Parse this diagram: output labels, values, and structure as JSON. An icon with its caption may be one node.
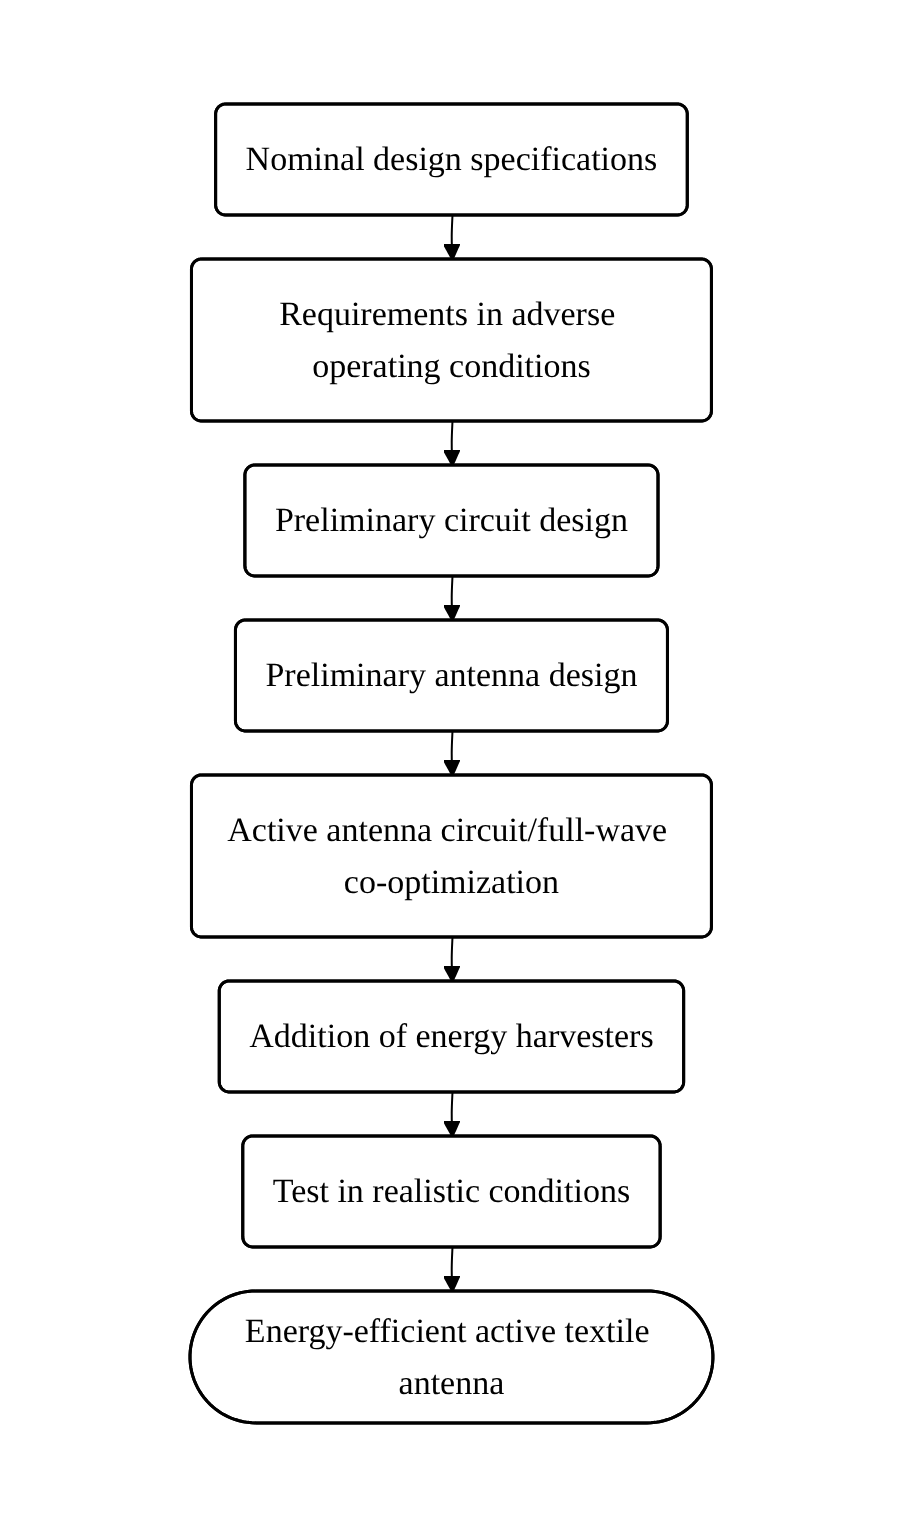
{
  "diagram": {
    "nodes": [
      {
        "text": [
          "Nominal design specifications"
        ]
      },
      {
        "text": [
          "Requirements in adverse operating conditions"
        ]
      },
      {
        "text": [
          "Preliminary circuit design"
        ]
      },
      {
        "text": [
          "Preliminary antenna design"
        ]
      },
      {
        "text": [
          "Active antenna circuit/full-wave co-optimization"
        ]
      },
      {
        "text": [
          "Addition of energy harvesters"
        ]
      },
      {
        "text": [
          "Test in realistic conditions"
        ]
      },
      {
        "text": [
          "Energy-efficient active textile antenna"
        ]
      }
    ],
    "edges": [
      {
        "from": 0,
        "to": 1,
        "arrow": "to"
      },
      {
        "from": 1,
        "to": 2,
        "arrow": "to"
      },
      {
        "from": 2,
        "to": 3,
        "arrow": "to"
      },
      {
        "from": 3,
        "to": 4,
        "arrow": "to"
      },
      {
        "from": 4,
        "to": 5,
        "arrow": "to"
      },
      {
        "from": 5,
        "to": 6,
        "arrow": "to"
      },
      {
        "from": 6,
        "to": 7,
        "arrow": "to"
      }
    ]
  }
}
